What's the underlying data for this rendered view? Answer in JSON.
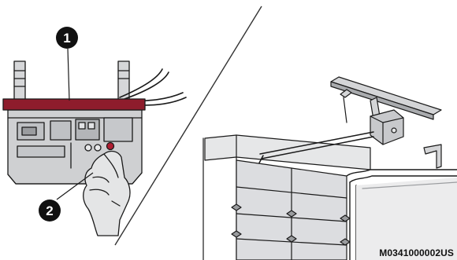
{
  "callouts": [
    {
      "number": "1"
    },
    {
      "number": "2"
    }
  ],
  "figure_id": "M0341000002US",
  "colors": {
    "mount_bar": "#8e1c2c",
    "unit_fill": "#cfd0d2",
    "line": "#1a1a1a",
    "indicator_light": "#b01e32"
  }
}
